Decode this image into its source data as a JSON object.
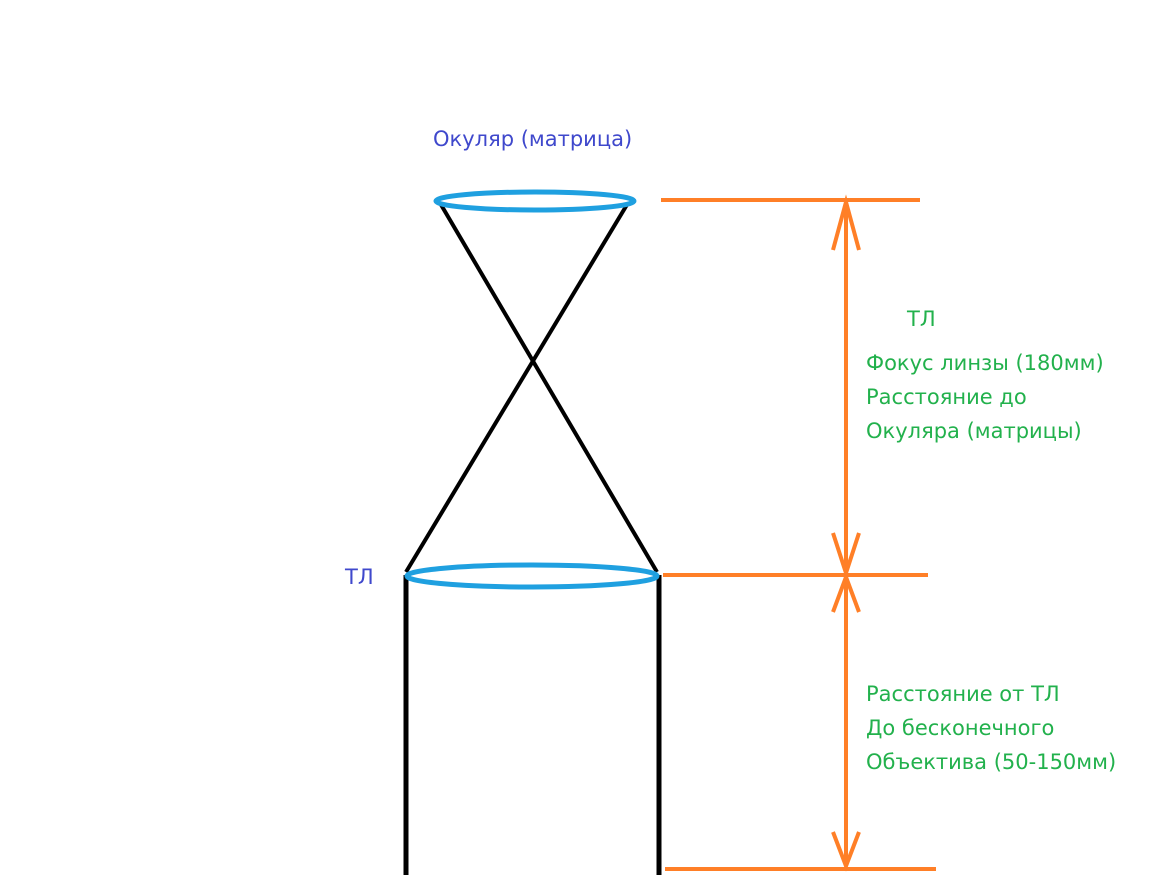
{
  "labels": {
    "eyepiece": "Окуляр (матрица)",
    "tube_lens_left": "ТЛ",
    "tube_lens_right": "ТЛ"
  },
  "annotations": {
    "upper": [
      "Фокус линзы (180мм)",
      "Расстояние до",
      "Окуляра (матрицы)"
    ],
    "lower": [
      "Расстояние от ТЛ",
      "До бесконечного",
      "Объектива (50-150мм)"
    ]
  },
  "colors": {
    "lens": "#1fa0e0",
    "dimension": "#ff7f27",
    "rays": "#000000",
    "label_blue": "#3f48cc",
    "label_green": "#22b14c"
  }
}
